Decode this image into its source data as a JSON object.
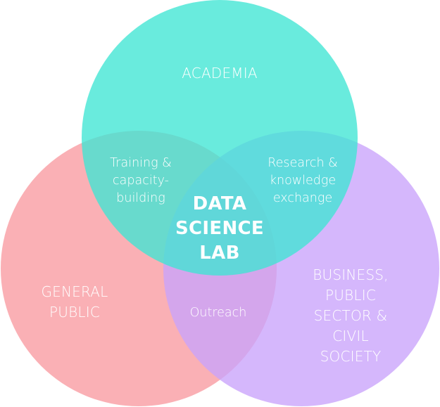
{
  "diagram": {
    "colors": {
      "academia": "#3fe6d4",
      "general_public": "#f99aa0",
      "business": "#c9a3fb",
      "label_text": "#ffffff"
    },
    "sets": {
      "academia": "ACADEMIA",
      "general_public": "GENERAL\nPUBLIC",
      "business": "BUSINESS,\nPUBLIC\nSECTOR &\nCIVIL SOCIETY"
    },
    "overlaps": {
      "academia_general": "Training &\ncapacity-\nbuilding",
      "academia_business": "Research &\nknowledge\nexchange",
      "general_business": "Outreach"
    },
    "center": "DATA\nSCIENCE\nLAB"
  }
}
